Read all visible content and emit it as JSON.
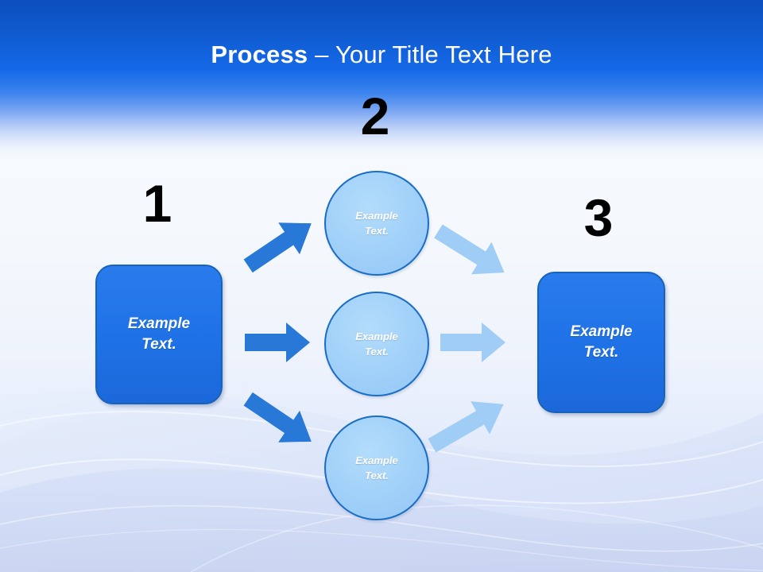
{
  "slide": {
    "title": {
      "strong": "Process",
      "rest": " – Your Title Text Here",
      "full": "Process – Your Title Text Here"
    },
    "colors": {
      "header_blue_top": "#0c4fbe",
      "header_blue_mid": "#1569e8",
      "box_fill": "#1f72e6",
      "box_border": "#1a62b8",
      "circle_fill": "#a3d2f9",
      "circle_border": "#1a6dc4",
      "arrow_dark": "#2878d8",
      "arrow_light": "#9fcdf5",
      "number_color": "#000000",
      "text_white": "#ffffff"
    },
    "step_numbers": [
      {
        "id": "1",
        "label": "1"
      },
      {
        "id": "2",
        "label": "2"
      },
      {
        "id": "3",
        "label": "3"
      }
    ],
    "nodes": {
      "left_box": {
        "line1": "Example",
        "line2": "Text."
      },
      "right_box": {
        "line1": "Example",
        "line2": "Text."
      },
      "circles": [
        {
          "line1": "Example",
          "line2": "Text."
        },
        {
          "line1": "Example",
          "line2": "Text."
        },
        {
          "line1": "Example",
          "line2": "Text."
        }
      ]
    },
    "arrows": [
      {
        "name": "arrow-left-up",
        "direction": "up-right",
        "tone": "dark"
      },
      {
        "name": "arrow-left-mid",
        "direction": "right",
        "tone": "dark"
      },
      {
        "name": "arrow-left-down",
        "direction": "down-right",
        "tone": "dark"
      },
      {
        "name": "arrow-right-top",
        "direction": "down-right",
        "tone": "light"
      },
      {
        "name": "arrow-right-mid",
        "direction": "right",
        "tone": "light"
      },
      {
        "name": "arrow-right-bot",
        "direction": "up-right",
        "tone": "light"
      }
    ]
  }
}
